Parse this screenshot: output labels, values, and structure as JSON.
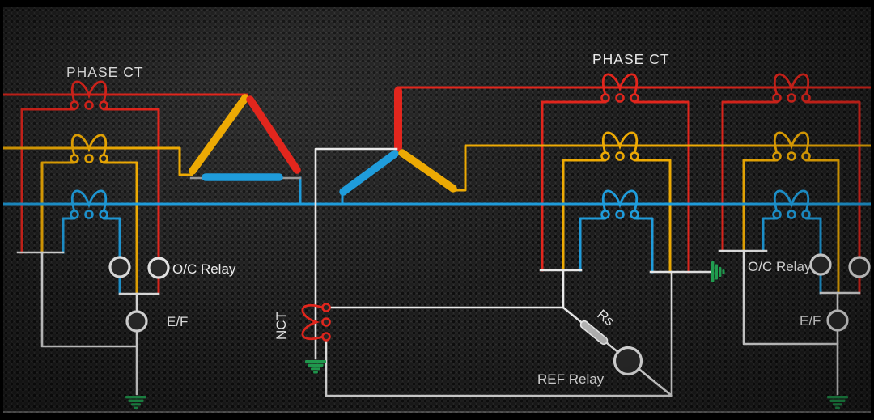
{
  "labels": {
    "phase_ct_left": "PHASE CT",
    "phase_ct_right": "PHASE CT",
    "oc_relay_left": "O/C Relay",
    "ef_left": "E/F",
    "nct": "NCT",
    "rs": "Rs",
    "ref_relay": "REF Relay",
    "oc_relay_right": "O/C Relay",
    "ef_right": "E/F"
  },
  "colors": {
    "phase_r": "#e2261d",
    "phase_y": "#edaa04",
    "phase_b": "#1f9cdb",
    "wire": "#e9e9e9",
    "ground": "#23a855",
    "base_line": "#9a9a9a",
    "label": "#ececec",
    "background": "#2f2f2f"
  }
}
